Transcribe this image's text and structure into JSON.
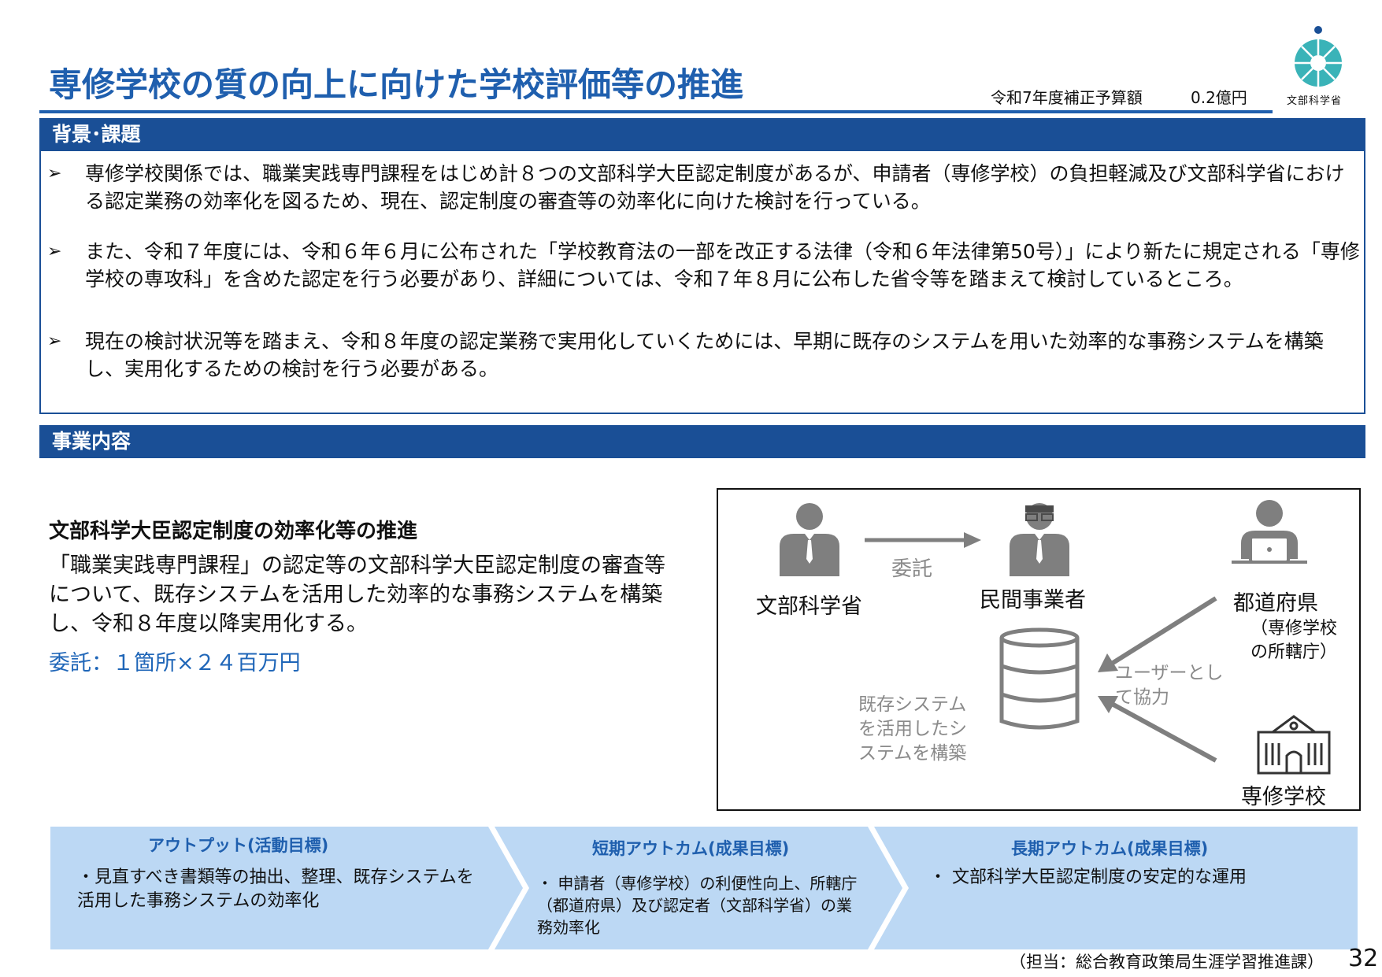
{
  "header": {
    "title": "専修学校の質の向上に向けた学校評価等の推進",
    "budget_label": "令和7年度補正予算額",
    "budget_value": "0.2億円",
    "logo_text": "文部科学省"
  },
  "background": {
    "heading": "背景･課題",
    "bullet_mark": "➢",
    "items": [
      "専修学校関係では、職業実践専門課程をはじめ計８つの文部科学大臣認定制度があるが、申請者（専修学校）の負担軽減及び文部科学省における認定業務の効率化を図るため、現在、認定制度の審査等の効率化に向けた検討を行っている。",
      "また、令和７年度には、令和６年６月に公布された「学校教育法の一部を改正する法律（令和６年法律第50号）」により新たに規定される「専修学校の専攻科」を含めた認定を行う必要があり、詳細については、令和７年８月に公布した省令等を踏まえて検討しているところ。",
      "現在の検討状況等を踏まえ、令和８年度の認定業務で実用化していくためには、早期に既存のシステムを用いた効率的な事務システムを構築し、実用化するための検討を行う必要がある。"
    ]
  },
  "business": {
    "heading": "事業内容",
    "sub_title": "文部科学大臣認定制度の効率化等の推進",
    "body": "「職業実践専門課程」の認定等の文部科学大臣認定制度の審査等について、既存システムを活用した効率的な事務システムを構築し、令和８年度以降実用化する。",
    "entrust": "委託：１箇所×２４百万円"
  },
  "diagram": {
    "mext_label": "文部科学省",
    "arrow_label": "委託",
    "private_label": "民間事業者",
    "pref_label": "都道府県",
    "pref_sub": "（専修学校の所轄庁）",
    "cooperate_label": "ユーザーとして協力",
    "system_label": "既存システムを活用したシステムを構築",
    "school_label": "専修学校"
  },
  "flow": {
    "steps": [
      {
        "title": "アウトプット(活動目標)",
        "text": "・見直すべき書類等の抽出、整理、既存システムを活用した事務システムの効率化"
      },
      {
        "title": "短期アウトカム(成果目標)",
        "text": "・ 申請者（専修学校）の利便性向上、所轄庁（都道府県）及び認定者（文部科学省）の業務効率化"
      },
      {
        "title": "長期アウトカム(成果目標)",
        "text": "・ 文部科学大臣認定制度の安定的な運用"
      }
    ]
  },
  "footer": {
    "contact": "（担当：総合教育政策局生涯学習推進課）",
    "page_number": "32"
  },
  "colors": {
    "primary": "#1a4f96",
    "title": "#1f5fae",
    "flow_bg": "#bcd8f4",
    "icon_gray": "#7f7f7f",
    "logo_teal": "#3ab3b8"
  }
}
